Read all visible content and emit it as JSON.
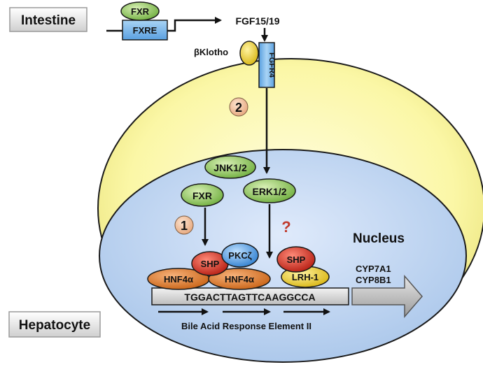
{
  "labels": {
    "intestine": "Intestine",
    "hepatocyte": "Hepatocyte",
    "fgf": "FGF15/19",
    "klotho": "βKlotho",
    "fgfr4": "FGFR4",
    "nucleus": "Nucleus",
    "bare": "Bile Acid Response Element II",
    "question": "?",
    "cyp7a1": "CYP7A1",
    "cyp8b1": "CYP8B1"
  },
  "proteins": {
    "fxr_intestine": "FXR",
    "fxre": "FXRE",
    "jnk": "JNK1/2",
    "erk": "ERK1/2",
    "fxr_liver": "FXR",
    "shp_left": "SHP",
    "pkc": "PKCζ",
    "hnf4_left": "HNF4α",
    "hnf4_right": "HNF4α",
    "shp_right": "SHP",
    "lrh": "LRH-1"
  },
  "dna": {
    "sequence": "TGGACTTAGTTCAAGGCCA"
  },
  "steps": {
    "one": "1",
    "two": "2"
  },
  "colors": {
    "cell": "#fbf7a6",
    "nucleus": "#c6daf2",
    "green": "#9ed06a",
    "blue": "#5aa0e0",
    "red": "#d8261b",
    "orange": "#e07b2a",
    "yellow": "#f2d531",
    "question": "#c0392b"
  }
}
